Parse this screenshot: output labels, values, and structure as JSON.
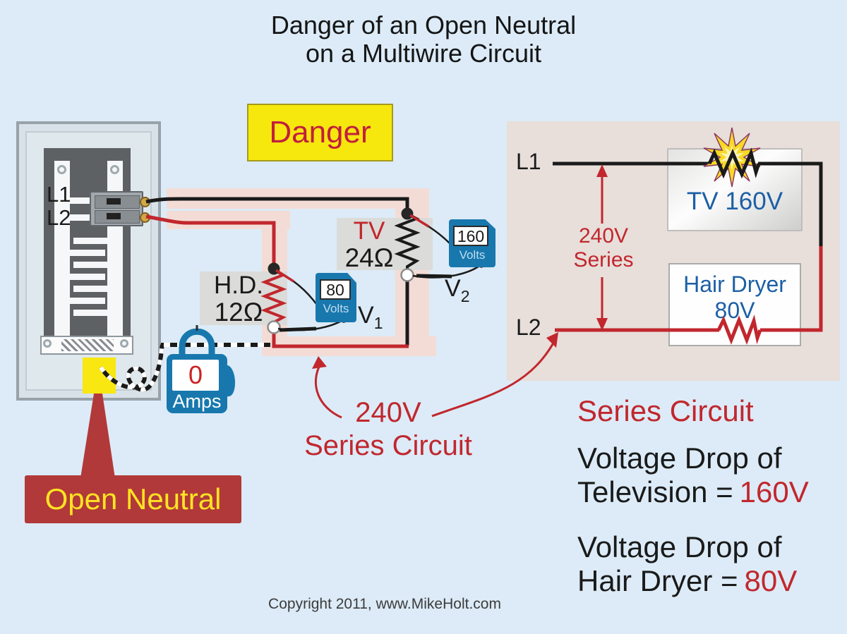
{
  "title": {
    "line1": "Danger of an Open Neutral",
    "line2": "on a Multiwire Circuit"
  },
  "danger": {
    "label": "Danger"
  },
  "panel": {
    "l1": "L1",
    "l2": "L2"
  },
  "open_neutral": {
    "label": "Open Neutral"
  },
  "clamp_meter": {
    "value": "0",
    "unit": "Amps"
  },
  "loads": {
    "hd": {
      "name": "H.D.",
      "resistance": "12Ω"
    },
    "tv": {
      "name": "TV",
      "resistance": "24Ω"
    }
  },
  "voltmeters": {
    "v1": {
      "value": "80",
      "unit": "Volts",
      "label": "V",
      "sub": "1"
    },
    "v2": {
      "value": "160",
      "unit": "Volts",
      "label": "V",
      "sub": "2"
    }
  },
  "series_callout": {
    "line1": "240V",
    "line2": "Series Circuit"
  },
  "series_diagram": {
    "l1": "L1",
    "l2": "L2",
    "arrow_label_line1": "240V",
    "arrow_label_line2": "Series",
    "tv_load": "TV 160V",
    "hair_dryer_line1": "Hair Dryer",
    "hair_dryer_line2": "80V"
  },
  "summary": {
    "heading": "Series Circuit",
    "item1": {
      "line1": "Voltage Drop of",
      "line2_prefix": "Television =",
      "value": "160V"
    },
    "item2": {
      "line1": "Voltage Drop of",
      "line2_prefix": "Hair Dryer =",
      "value": "80V"
    }
  },
  "copyright": "Copyright 2011, www.MikeHolt.com",
  "colors": {
    "background": "#DCEBF7",
    "wire_red": "#C1272D",
    "wire_black": "#1A1A1A",
    "danger_yellow": "#F6E70D",
    "open_neutral_red": "#B23939",
    "meter_blue": "#1878AE",
    "blue_text": "#1C5FA5",
    "right_panel_bg": "#E8DEDA",
    "highlight_pink": "#F4DCD6"
  }
}
